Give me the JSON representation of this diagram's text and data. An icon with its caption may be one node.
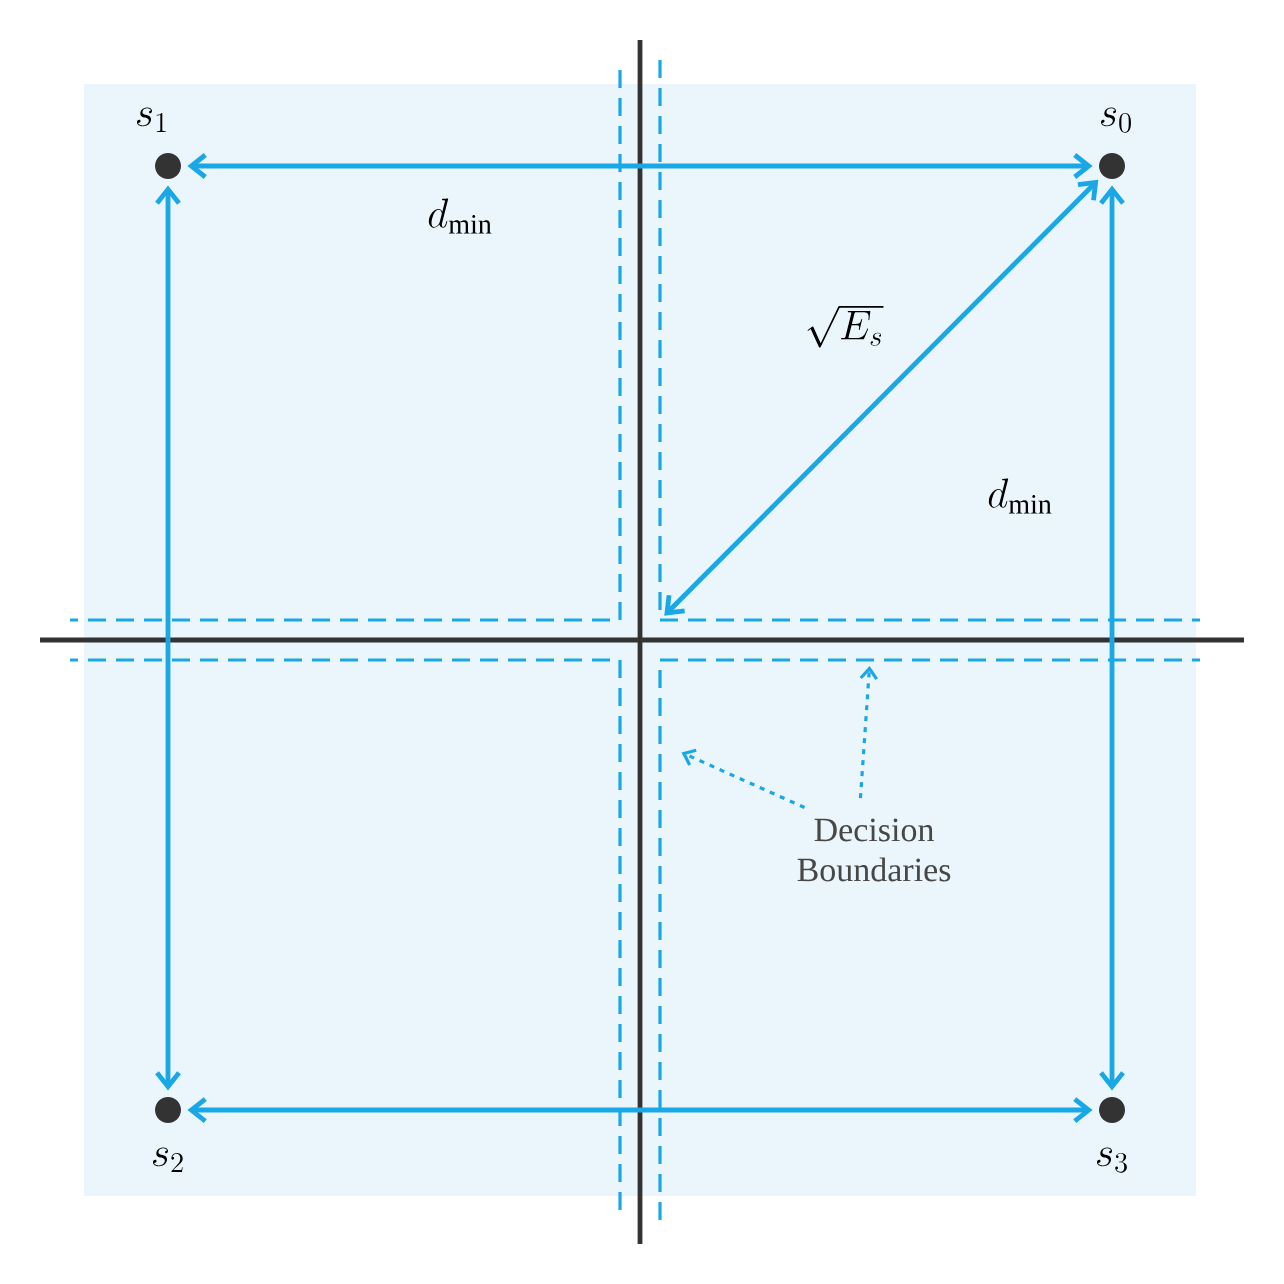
{
  "diagram": {
    "nodes": [
      {
        "text": [],
        "shape": "circle",
        "beside": [
          "s_1"
        ]
      },
      {
        "text": [],
        "shape": "circle",
        "beside": [
          "s_0"
        ]
      },
      {
        "text": [
          "Decision Boundaries"
        ]
      },
      {
        "text": [],
        "shape": "circle",
        "beside": [
          "s_2"
        ]
      },
      {
        "text": [],
        "shape": "circle",
        "beside": [
          "s_3"
        ]
      }
    ],
    "edges": [
      {
        "from": 0,
        "to": 1,
        "arrow": "both",
        "label": "d_{\\min}"
      },
      {
        "from": 0,
        "to": 3,
        "arrow": "both"
      },
      {
        "from": 1,
        "to": 4,
        "arrow": "both",
        "label": "d_{\\min}"
      },
      {
        "from": 3,
        "to": 4,
        "arrow": "both"
      },
      {
        "from": 1,
        "to": null,
        "arrow": "both",
        "label": "\\sqrt{E_s}"
      },
      {
        "from": 2,
        "to": null,
        "arrow": "to",
        "style": "dashed"
      },
      {
        "from": 2,
        "to": null,
        "arrow": "to",
        "style": "dashed"
      }
    ]
  }
}
